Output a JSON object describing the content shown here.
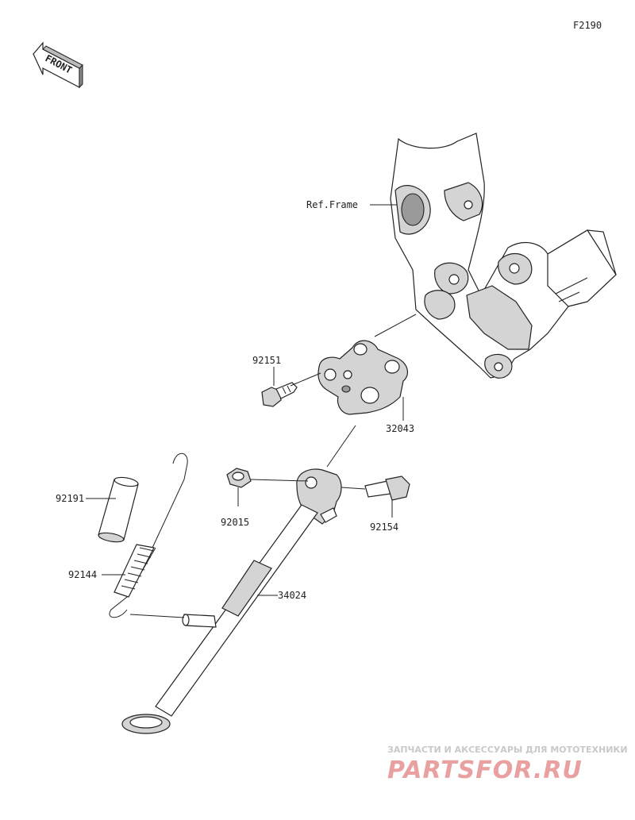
{
  "figure_code": "F2190",
  "front_badge": "FRONT",
  "ref_label": "Ref.Frame",
  "parts": {
    "p92151": "92151",
    "p32043": "32043",
    "p92191": "92191",
    "p92015": "92015",
    "p92154": "92154",
    "p92144": "92144",
    "p34024": "34024"
  },
  "watermark": {
    "subtitle": "ЗАПЧАСТИ И АКСЕССУАРЫ ДЛЯ МОТОТЕХНИКИ",
    "brand": "PARTSFOR.RU"
  }
}
